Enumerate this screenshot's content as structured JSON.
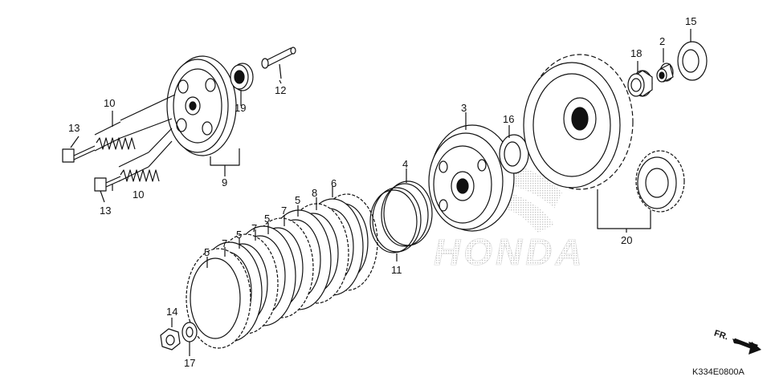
{
  "diagram": {
    "code": "K334E0800A",
    "direction_label": "FR.",
    "watermark": "HONDA",
    "callouts": [
      {
        "id": "c15",
        "text": "15"
      },
      {
        "id": "c2",
        "text": "2"
      },
      {
        "id": "c18",
        "text": "18"
      },
      {
        "id": "c12",
        "text": "12"
      },
      {
        "id": "c19",
        "text": "19"
      },
      {
        "id": "c10a",
        "text": "10"
      },
      {
        "id": "c13a",
        "text": "13"
      },
      {
        "id": "c9",
        "text": "9"
      },
      {
        "id": "c10b",
        "text": "10"
      },
      {
        "id": "c13b",
        "text": "13"
      },
      {
        "id": "c3",
        "text": "3"
      },
      {
        "id": "c16",
        "text": "16"
      },
      {
        "id": "c4",
        "text": "4"
      },
      {
        "id": "c6",
        "text": "6"
      },
      {
        "id": "c8",
        "text": "8"
      },
      {
        "id": "c5a",
        "text": "5"
      },
      {
        "id": "c7a",
        "text": "7"
      },
      {
        "id": "c5b",
        "text": "5"
      },
      {
        "id": "c7b",
        "text": "7"
      },
      {
        "id": "c5c",
        "text": "5"
      },
      {
        "id": "c7c",
        "text": "7"
      },
      {
        "id": "c5d",
        "text": "5"
      },
      {
        "id": "c11",
        "text": "11"
      },
      {
        "id": "c20",
        "text": "20"
      },
      {
        "id": "c14",
        "text": "14"
      },
      {
        "id": "c17",
        "text": "17"
      }
    ]
  }
}
